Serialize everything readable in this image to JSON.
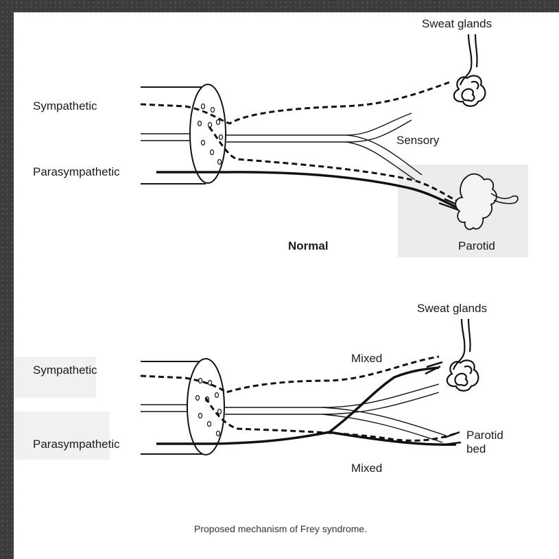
{
  "diagram": {
    "normal": {
      "label_sympathetic": "Sympathetic",
      "label_parasympathetic": "Parasympathetic",
      "label_sweat_glands": "Sweat glands",
      "label_sensory": "Sensory",
      "label_parotid": "Parotid",
      "label_title": "Normal"
    },
    "frey": {
      "label_sympathetic": "Sympathetic",
      "label_parasympathetic": "Parasympathetic",
      "label_sweat_glands": "Sweat glands",
      "label_mixed_top": "Mixed",
      "label_mixed_bottom": "Mixed",
      "label_parotid_bed": [
        "Parotid",
        "bed"
      ]
    },
    "caption": "Proposed mechanism of Frey syndrome."
  }
}
